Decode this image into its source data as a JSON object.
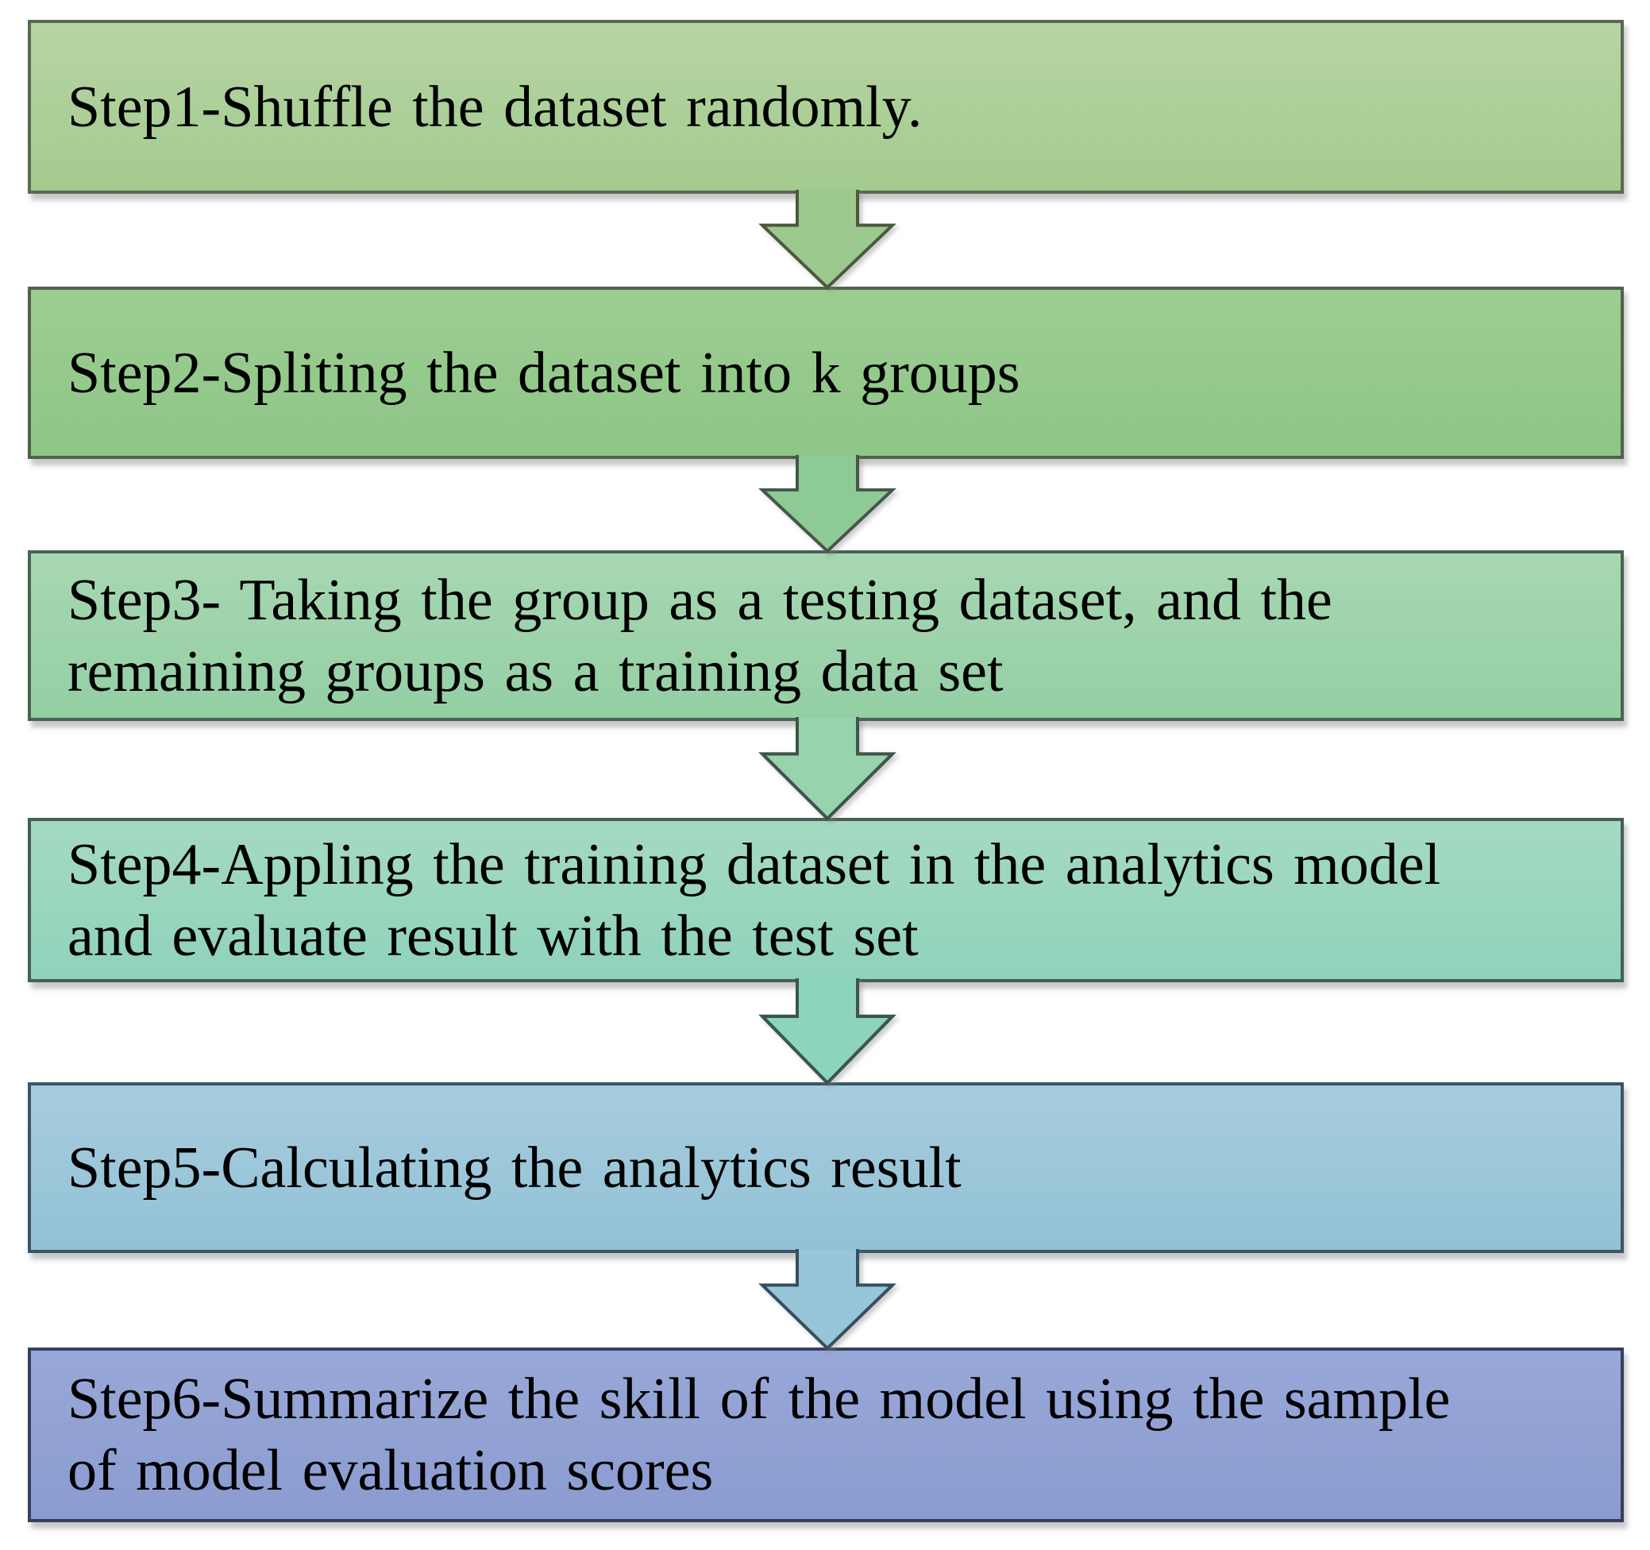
{
  "figure": {
    "description": "k-fold cross-validation procedure flowchart, six steps connected by downward block arrows",
    "background": "#ffffff",
    "text_color": "#000000",
    "steps": [
      {
        "name": "step-1",
        "lines": [
          "Step1-Shuffle the dataset randomly."
        ],
        "fill_top": "#b6d4a2",
        "fill_bottom": "#a3cb90",
        "border": "#5a6950"
      },
      {
        "name": "step-2",
        "lines": [
          "Step2-Spliting the dataset into k groups"
        ],
        "fill_top": "#9ecd92",
        "fill_bottom": "#8dc687",
        "border": "#50624b"
      },
      {
        "name": "step-3",
        "lines": [
          "Step3- Taking the group as a testing dataset, and the",
          "remaining groups as a training data set"
        ],
        "fill_top": "#a7d7b2",
        "fill_bottom": "#94cfa4",
        "border": "#4a6154"
      },
      {
        "name": "step-4",
        "lines": [
          "Step4-Appling the training dataset in the analytics model",
          "and evaluate result with the test set"
        ],
        "fill_top": "#a5d9c3",
        "fill_bottom": "#8fd3ba",
        "border": "#435f58"
      },
      {
        "name": "step-5",
        "lines": [
          "Step5-Calculating the analytics result"
        ],
        "fill_top": "#a7ccdd",
        "fill_bottom": "#92c2d6",
        "border": "#3c5468"
      },
      {
        "name": "step-6",
        "lines": [
          "Step6-Summarize the skill of the model using the sample",
          "of model evaluation scores"
        ],
        "fill_top": "#99a8d8",
        "fill_bottom": "#8a9bd0",
        "border": "#353f60"
      }
    ],
    "arrows": [
      {
        "name": "arrow-1",
        "fill": "#9cc98d",
        "stroke": "#4b593f"
      },
      {
        "name": "arrow-2",
        "fill": "#8eca95",
        "stroke": "#445748"
      },
      {
        "name": "arrow-3",
        "fill": "#97d3ad",
        "stroke": "#3f5549"
      },
      {
        "name": "arrow-4",
        "fill": "#8dd4bc",
        "stroke": "#3a564e"
      },
      {
        "name": "arrow-5",
        "fill": "#98c6d9",
        "stroke": "#364f60"
      }
    ]
  }
}
